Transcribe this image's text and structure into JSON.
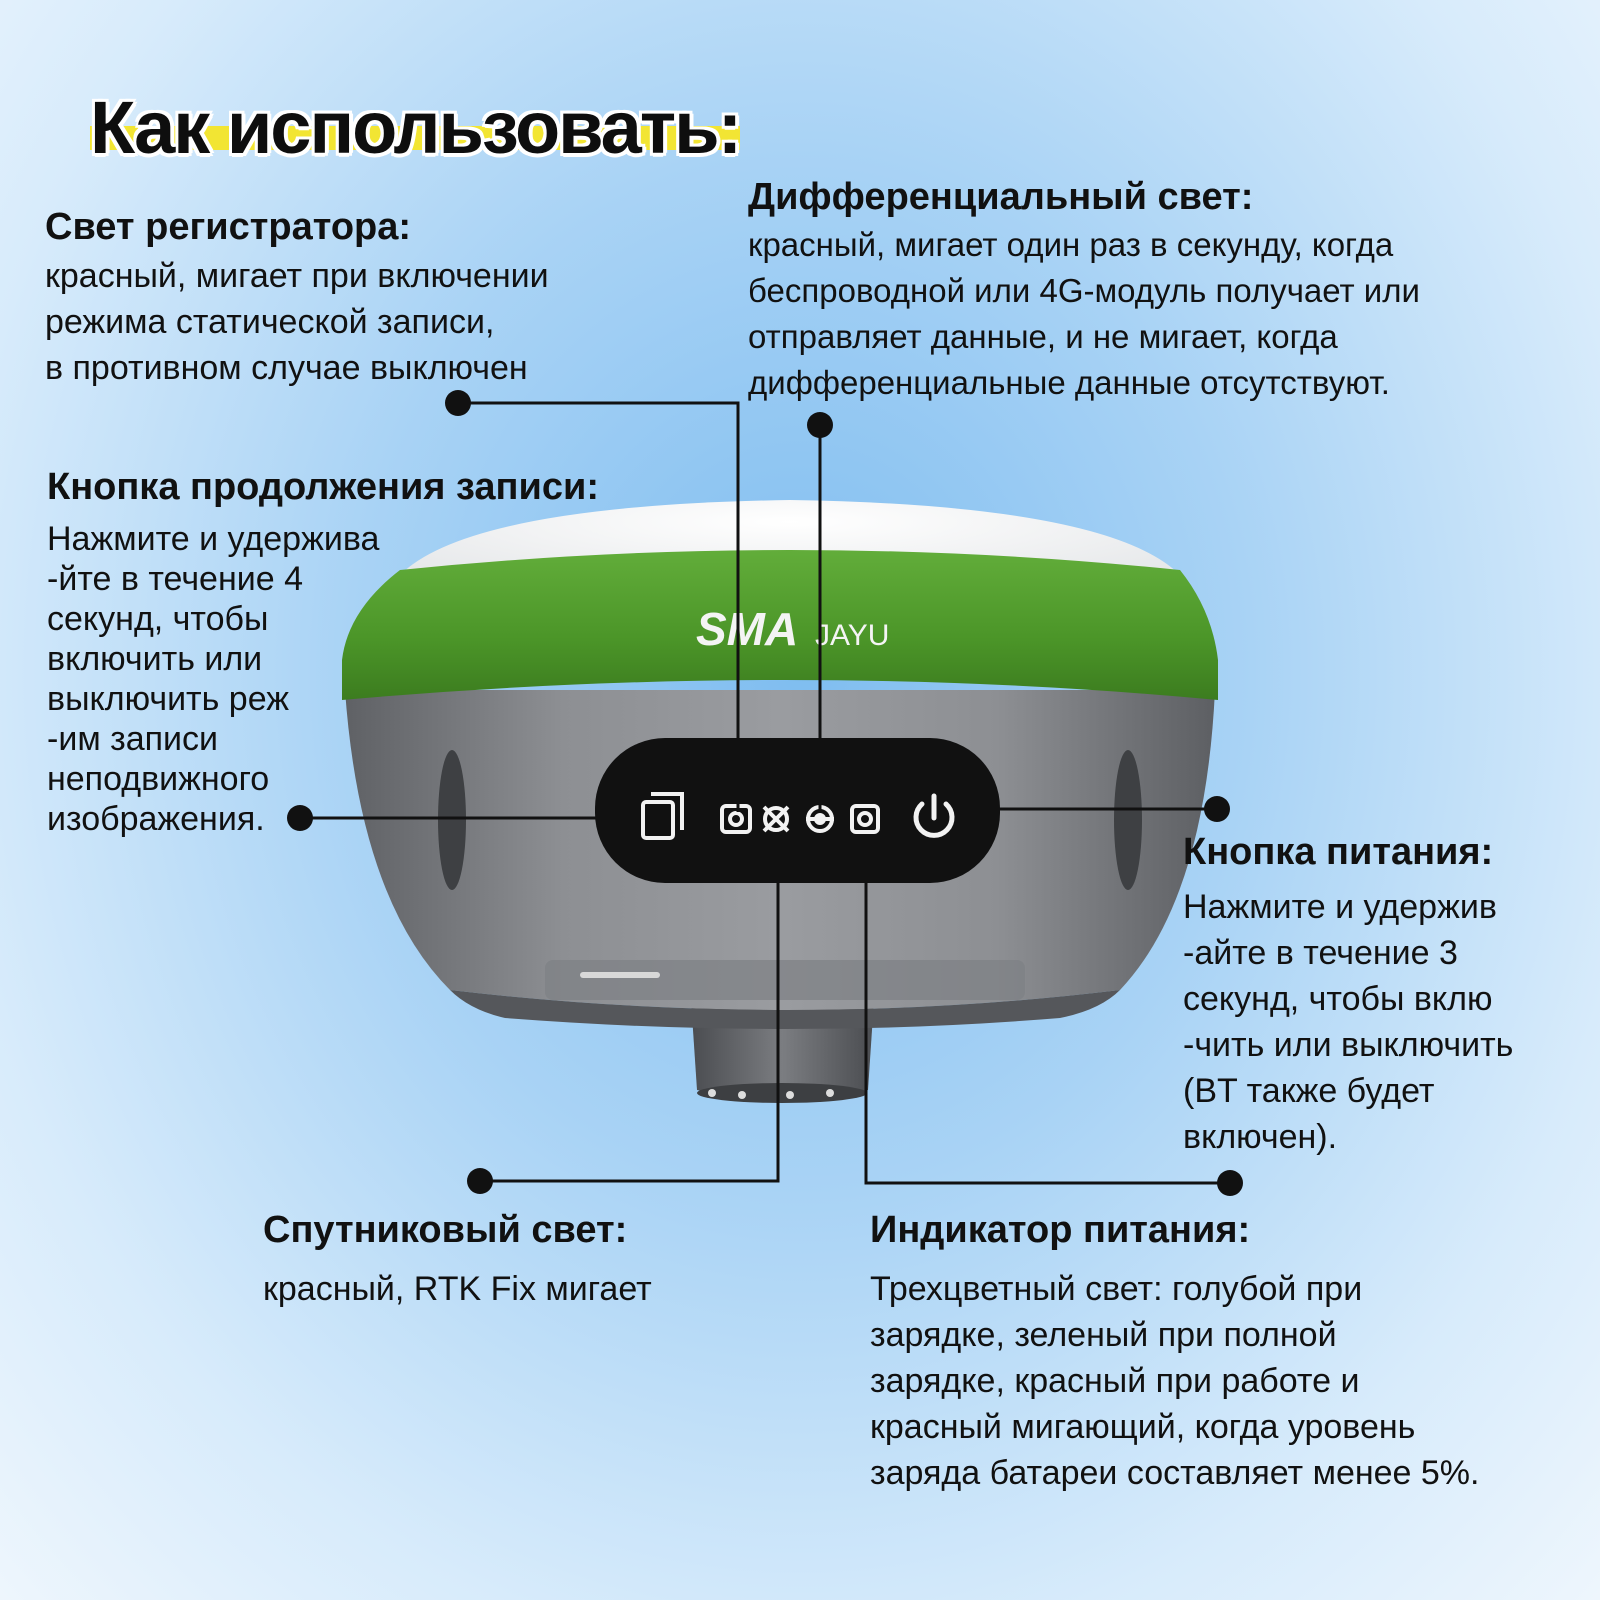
{
  "title": "Как использовать:",
  "brand": {
    "logo_main": "SMA",
    "logo_sub": "JAYU"
  },
  "callouts": {
    "recorder_light": {
      "heading": "Свет регистратора:",
      "body": "красный, мигает при включении\nрежима статической записи,\nв противном случае выключен"
    },
    "differential_light": {
      "heading": "Дифференциальный свет:",
      "body": "красный, мигает один раз в секунду, когда\nбеспроводной или 4G-модуль получает или\nотправляет данные, и не мигает, когда\nдифференциальные данные отсутствуют."
    },
    "record_button": {
      "heading": "Кнопка продолжения записи:",
      "body": "Нажмите и удержива\n-йте в течение 4\nсекунд, чтобы\nвключить или\nвыключить реж\n-им записи\nнеподвижного\nизображения."
    },
    "power_button": {
      "heading": "Кнопка питания:",
      "body": "Нажмите и удержив\n-айте в течение 3\nсекунд, чтобы вклю\n-чить или выключить\n(BT также будет\nвключен)."
    },
    "satellite_light": {
      "heading": "Спутниковый свет:",
      "body": "красный, RTK Fix мигает"
    },
    "power_indicator": {
      "heading": "Индикатор питания:",
      "body": "Трехцветный свет: голубой при\nзарядке, зеленый при полной\nзарядке, красный при работе и\nкрасный мигающий, когда уровень\nзаряда батареи составляет менее 5%."
    }
  },
  "colors": {
    "highlight": "#f2e533",
    "device_green": "#4f9a2c",
    "device_grey": "#8a8c90",
    "device_top": "#f7f7f7",
    "panel": "#111111"
  },
  "icons": [
    "record-button-icon",
    "recorder-light-icon",
    "satellite-light-icon",
    "differential-light-icon",
    "power-indicator-icon",
    "power-button-icon"
  ]
}
